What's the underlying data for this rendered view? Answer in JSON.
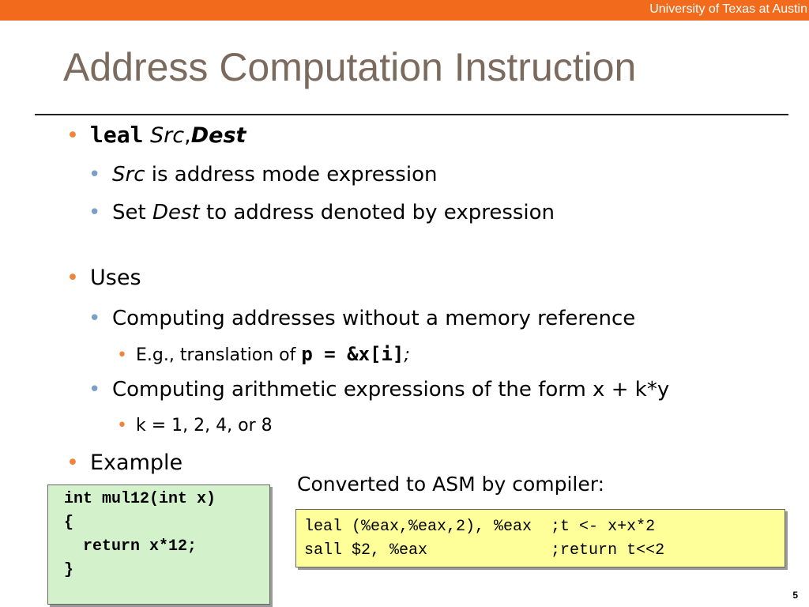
{
  "header": {
    "university": "University of Texas at Austin"
  },
  "slide": {
    "title": "Address Computation Instruction",
    "page_number": "5"
  },
  "bullets": {
    "leal": {
      "mnemonic": "leal",
      "src": "Src",
      "comma": ",",
      "dest": "Dest"
    },
    "src_line": {
      "src": "Src",
      "rest": " is address mode expression"
    },
    "dest_line": {
      "pre": "Set ",
      "dest": "Dest",
      "rest": " to address denoted by expression"
    },
    "uses": "Uses",
    "computing_addresses": "Computing addresses without a memory reference",
    "eg": {
      "text": "E.g., translation of ",
      "code": "p = &x[i]",
      "semi": ";"
    },
    "computing_arith": "Computing arithmetic expressions of the form x + k*y",
    "k_values": "k = 1, 2, 4, or 8",
    "example": "Example"
  },
  "c_code": {
    "lines": [
      "int mul12(int x)",
      "{",
      "  return x*12;",
      "}"
    ]
  },
  "asm": {
    "caption": "Converted to ASM by compiler:",
    "lines": [
      "leal (%eax,%eax,2), %eax  ;t <- x+x*2",
      "sall $2, %eax             ;return t<<2"
    ]
  },
  "colors": {
    "header_bar": "#f26b1d",
    "title": "#7b6a5e",
    "bullet_level1": "#f2843a",
    "bullet_level2": "#7aa0c8",
    "c_code_box": "#d3f2cc",
    "asm_box": "#ffff99"
  }
}
